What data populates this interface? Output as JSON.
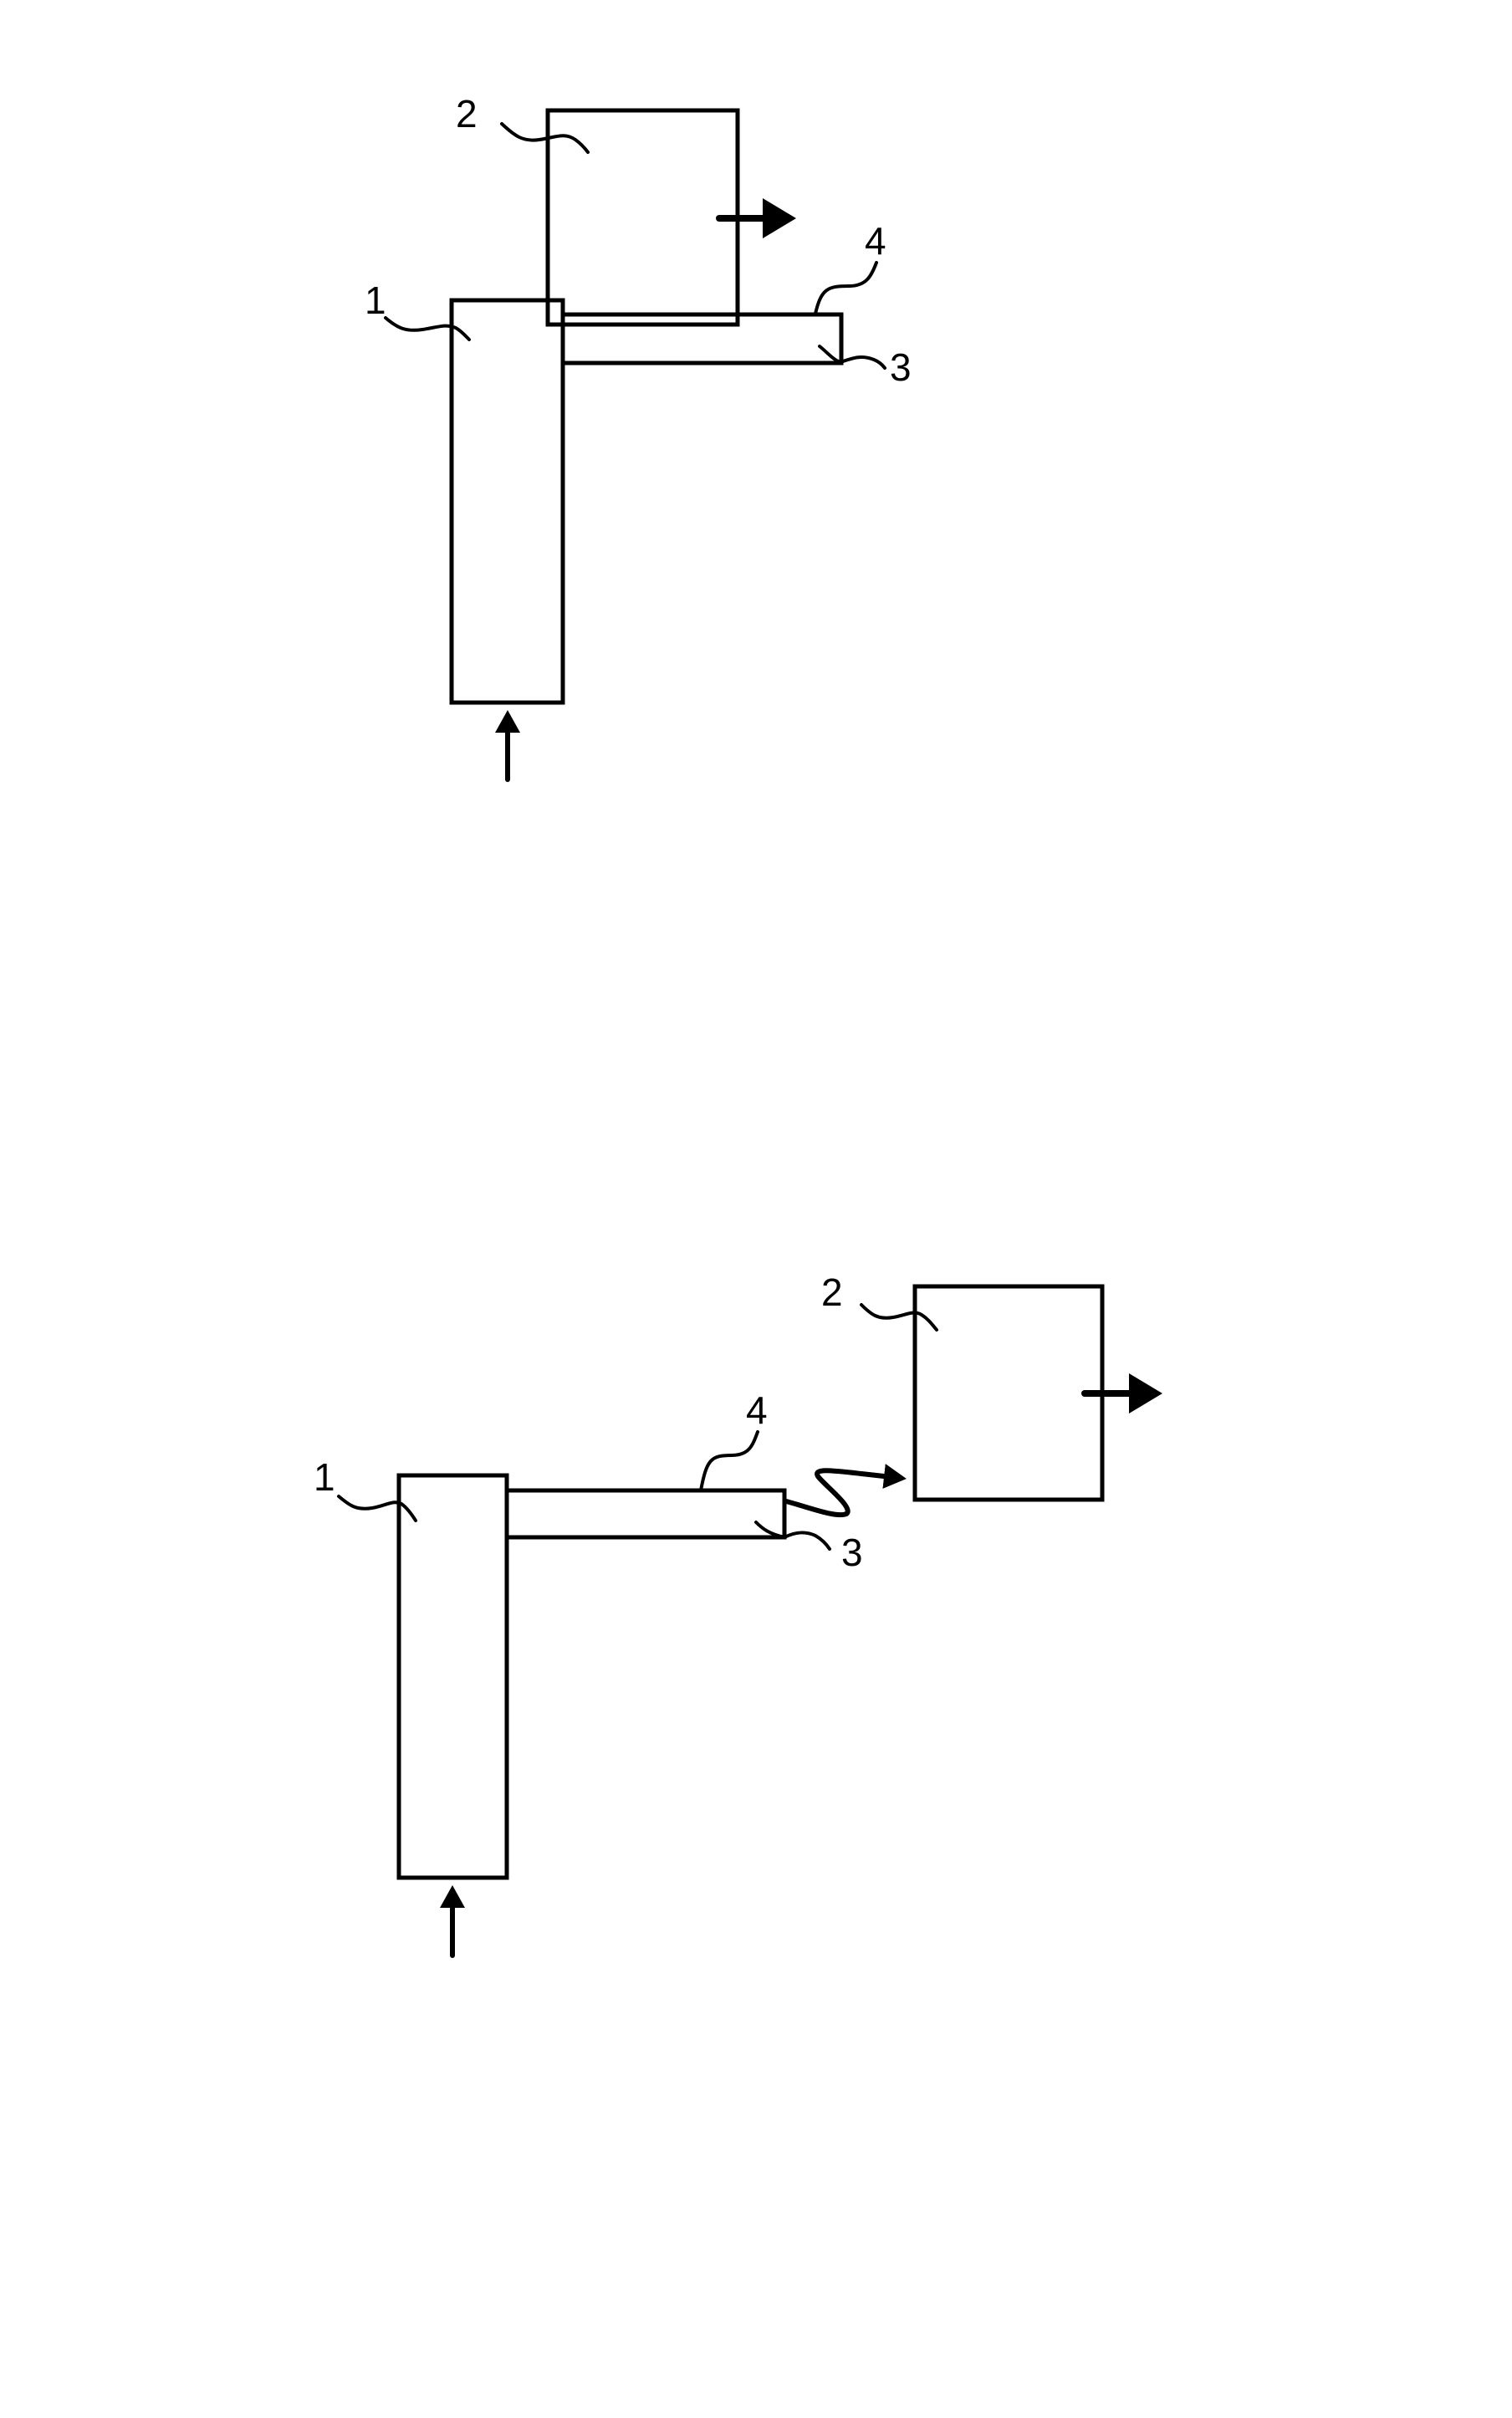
{
  "figures": [
    {
      "name": "figure-top",
      "description": "Component 2 positioned above the end of channel 3 adjoining component 1",
      "labels": {
        "component_1": "1",
        "component_2": "2",
        "channel_3": "3",
        "surface_4": "4"
      }
    },
    {
      "name": "figure-bottom",
      "description": "Component 2 spaced apart from channel 3; flow transferred via wavy arrow",
      "labels": {
        "component_1": "1",
        "component_2": "2",
        "channel_3": "3",
        "surface_4": "4"
      }
    }
  ],
  "colors": {
    "stroke": "#000000",
    "background": "#ffffff"
  }
}
